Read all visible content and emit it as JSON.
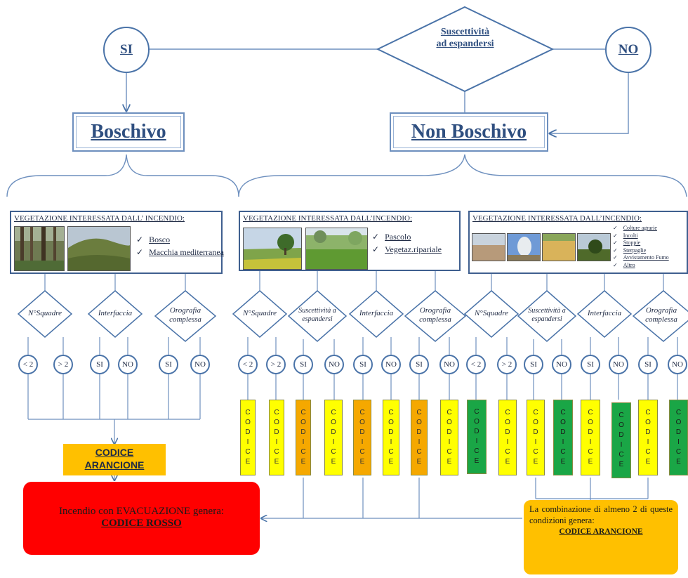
{
  "top": {
    "diamond_line1": "Suscettività",
    "diamond_line2": "ad espandersi",
    "si": "SI",
    "no": "NO"
  },
  "boxes": {
    "boschivo": "Boschivo",
    "non_boschivo": "Non Boschivo"
  },
  "vegetation": [
    {
      "title": "VEGETAZIONE INTERESSATA DALL’ INCENDIO:",
      "items": [
        "Bosco",
        "Macchia mediterranea"
      ]
    },
    {
      "title": "VEGETAZIONE INTERESSATA DALL’INCENDIO:",
      "items": [
        "Pascolo",
        "Vegetaz.ripariale"
      ]
    },
    {
      "title": "VEGETAZIONE INTERESSATA DALL’INCENDIO:",
      "items": [
        "Colture agrarie",
        "Incolti",
        "Stoppie",
        "Sterpaglie",
        "Avvistamento Fumo",
        "Altro"
      ]
    }
  ],
  "criteria": {
    "squadre": "N°Squadre",
    "interfaccia": "Interfaccia",
    "orografia_1": "Orografia",
    "orografia_2": "complessa",
    "suscettivita_1": "Suscettività a",
    "suscettivita_2": "espandersi"
  },
  "options": {
    "lt2": "< 2",
    "gt2": "> 2",
    "si": "SI",
    "no": "NO"
  },
  "code_word": "CODICE",
  "code_colors": [
    "#ffff00",
    "#ffff00",
    "#f5a800",
    "#ffff00",
    "#f5a800",
    "#ffff00",
    "#f5a800",
    "#ffff00",
    "#1aa646",
    "#ffff00",
    "#ffff00",
    "#1aa646",
    "#ffff00",
    "#1aa646",
    "#ffff00",
    "#1aa646"
  ],
  "codice_arancione": {
    "line1": "CODICE",
    "line2": "ARANCIONE"
  },
  "red_box": {
    "line1": "Incendio con EVACUAZIONE genera:",
    "line2": "CODICE ROSSO"
  },
  "combo_box": {
    "text": "La combinazione di almeno 2 di queste condizioni genera:",
    "code": "CODICE ARANCIONE"
  }
}
